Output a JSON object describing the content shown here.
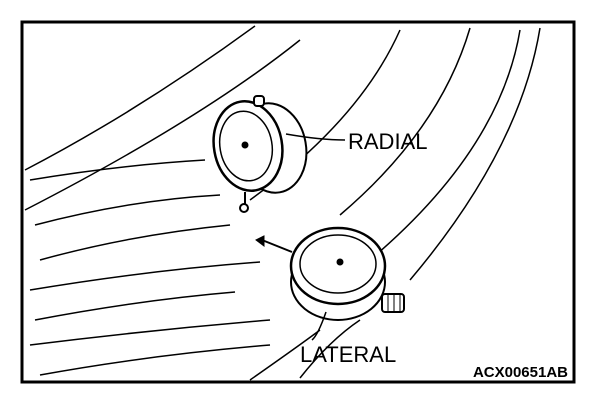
{
  "diagram": {
    "labels": {
      "radial": "RADIAL",
      "lateral": "LATERAL"
    },
    "figure_code": "ACX00651AB"
  },
  "colors": {
    "ink": "#000000",
    "paper": "#ffffff"
  }
}
